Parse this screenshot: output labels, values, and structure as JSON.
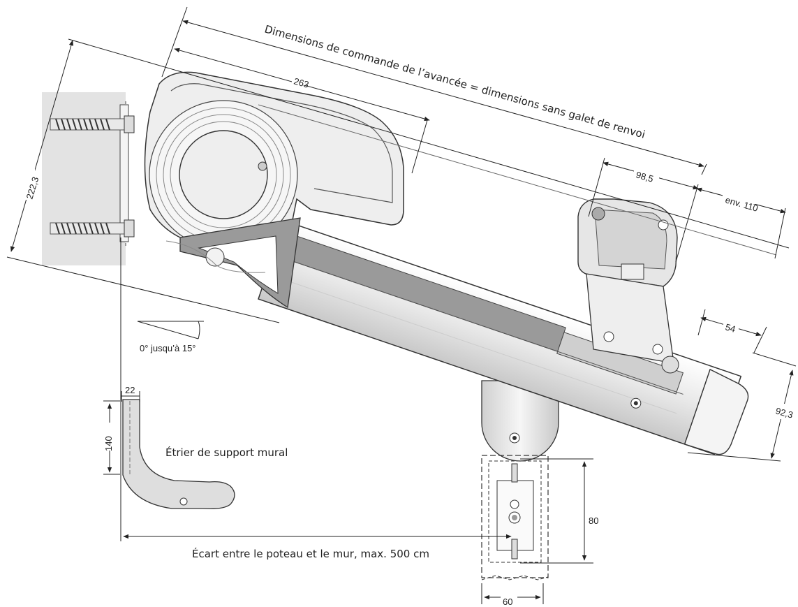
{
  "labels": {
    "top_caption": "Dimensions de commande de l’avancée = dimensions sans galet de renvoi",
    "dim_263": "263",
    "dim_222_3": "222,3",
    "dim_98_5": "98,5",
    "dim_env_110": "env. 110",
    "dim_54": "54",
    "dim_92_3": "92,3",
    "dim_22": "22",
    "dim_140": "140",
    "dim_80": "80",
    "dim_60": "60",
    "angle": "0° jusqu’à 15°",
    "bracket_caption": "Étrier de support mural",
    "distance_caption": "Écart entre le poteau et le mur, max. 500 cm"
  },
  "colors": {
    "wall": "#e3e3e3",
    "metal_light": "#f2f2f2",
    "metal_mid": "#d6d6d6",
    "metal_dark": "#9a9a9a",
    "line": "#222222"
  }
}
